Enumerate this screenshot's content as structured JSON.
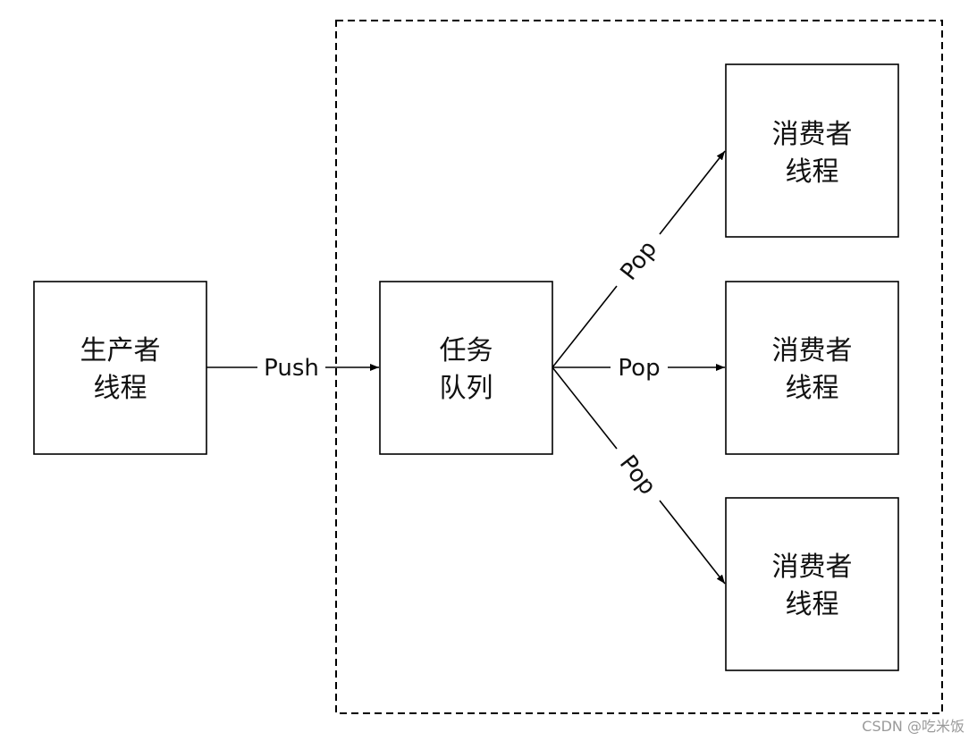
{
  "diagram": {
    "producer": {
      "line1": "生产者",
      "line2": "线程"
    },
    "queue": {
      "line1": "任务",
      "line2": "队列"
    },
    "consumers": [
      {
        "line1": "消费者",
        "line2": "线程"
      },
      {
        "line1": "消费者",
        "line2": "线程"
      },
      {
        "line1": "消费者",
        "line2": "线程"
      }
    ],
    "edges": {
      "push": "Push",
      "pop_top": "Pop",
      "pop_middle": "Pop",
      "pop_bottom": "Pop"
    }
  },
  "watermark": "CSDN @吃米饭"
}
